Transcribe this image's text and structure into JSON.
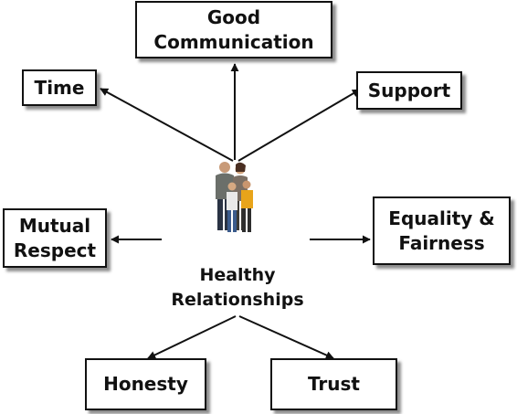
{
  "nodes": [
    {
      "id": "good-communication",
      "label": "Good\nCommunication"
    },
    {
      "id": "time",
      "label": "Time"
    },
    {
      "id": "support",
      "label": "Support"
    },
    {
      "id": "mutual-respect",
      "label": "Mutual\nRespect"
    },
    {
      "id": "equality-fairness",
      "label": "Equality &\nFairness"
    },
    {
      "id": "honesty",
      "label": "Honesty"
    },
    {
      "id": "trust",
      "label": "Trust"
    }
  ],
  "center": {
    "label": "Healthy\nRelationships",
    "icon": "family-icon"
  },
  "colors": {
    "line": "#111111",
    "box_border": "#111111",
    "text": "#111111"
  }
}
